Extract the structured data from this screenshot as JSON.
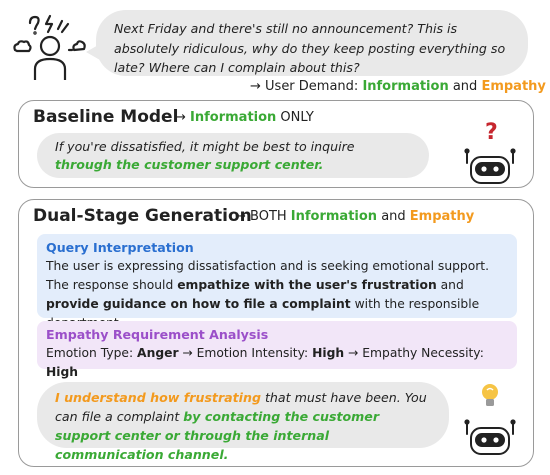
{
  "user": {
    "query": "Next Friday and there's still no announcement? This is absolutely ridiculous, why do they keep posting everything so late? Where can I complain about this?"
  },
  "demand": {
    "prefix": "→ User Demand: ",
    "information": "Information",
    "and": " and ",
    "empathy": "Empathy"
  },
  "baseline": {
    "title": "Baseline Model",
    "arrow": "→ ",
    "information": "Information",
    "only": " ONLY",
    "response_plain": "If you're dissatisfied, it might be best to inquire ",
    "response_green": "through the customer support center."
  },
  "dual": {
    "title": "Dual-Stage Generation",
    "arrow": "→ BOTH ",
    "information": "Information",
    "and": " and ",
    "empathy": "Empathy",
    "query_interpretation": {
      "title": "Query Interpretation",
      "text_1": "The user is expressing dissatisfaction and is seeking emotional support. The response should ",
      "bold_1": "empathize with the user's frustration",
      "text_2": " and ",
      "bold_2": "provide guidance on how to file a complaint",
      "text_3": " with the responsible department."
    },
    "empathy_analysis": {
      "title": "Empathy Requirement Analysis",
      "type_label": "Emotion Type: ",
      "type_value": "Anger",
      "arrow1": " → Emotion Intensity: ",
      "intensity_value": "High",
      "arrow2": " → Empathy Necessity: ",
      "necessity_value": "High"
    },
    "response": {
      "orange": "I understand how frustrating",
      "plain_1": " that must have been. You can file a complaint ",
      "green": "by contacting the customer support center or through the internal communication channel."
    }
  },
  "colors": {
    "green": "#3aa935",
    "orange": "#f39a1e",
    "blue_title": "#2a6fd0",
    "purple_title": "#9b4fc9",
    "red_question": "#c6262e"
  },
  "icons": [
    "frustrated-user-icon",
    "robot-icon",
    "question-mark-icon",
    "lightbulb-icon"
  ]
}
